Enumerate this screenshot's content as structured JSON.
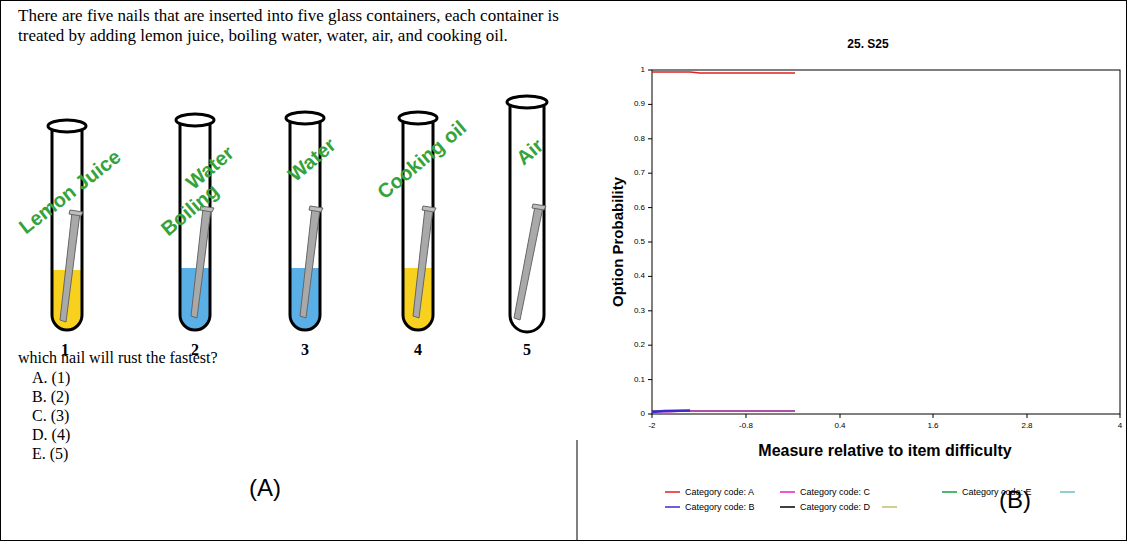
{
  "diagram": {
    "title": "25. S25",
    "labels": [
      "There are five nails that are inserted into five glass containers, each container is treated by adding lemon juice, boiling water, water, air, and cooking oil.",
      "Lemon Juice",
      "Water",
      "Boiling",
      "Water",
      "Cooking oil",
      "Air",
      "1",
      "2",
      "3",
      "4",
      "5",
      "which nail will rust the fastest?",
      "A. (1)",
      "B. (2)",
      "C. (3)",
      "D. (4)",
      "E. (5)",
      "(A)",
      "1",
      "0.9",
      "0.8",
      "0.7",
      "0.6",
      "0.5",
      "0.4",
      "0.3",
      "0.2",
      "0.1",
      "0",
      "-2",
      "-0.8",
      "0.4",
      "1.6",
      "2.8",
      "4",
      "Option Probability",
      "Measure relative to item difficulty",
      "(B)"
    ],
    "legend": [
      {
        "text": "Category code: A",
        "color": "#e02020"
      },
      {
        "text": "Category code: C",
        "color": "#e020c8"
      },
      {
        "text": "Category code: E",
        "color": "#10a040"
      },
      {
        "text": "Category code: B",
        "color": "#3a2ad0"
      },
      {
        "text": "Category code: D",
        "color": "#000000"
      }
    ]
  }
}
